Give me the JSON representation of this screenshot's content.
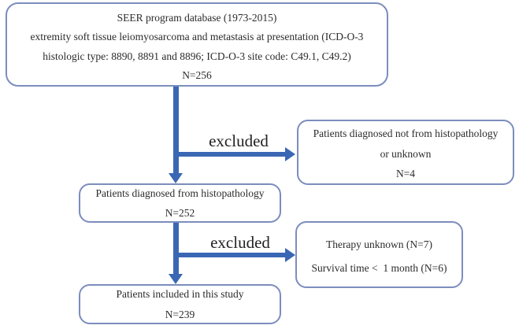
{
  "flowchart": {
    "seer_box": {
      "lines": [
        "SEER program database (1973-2015)",
        "extremity soft tissue leiomyosarcoma and metastasis at presentation (ICD-O-3",
        "histologic type: 8890, 8891 and 8896; ICD-O-3 site code: C49.1, C49.2)",
        "N=256"
      ]
    },
    "excluded_label_1": "excluded",
    "not_histopathology_box": {
      "lines": [
        "Patients diagnosed not from histopathology",
        "or unknown",
        "N=4"
      ]
    },
    "histopathology_box": {
      "lines": [
        "Patients diagnosed from histopathology",
        "N=252"
      ]
    },
    "excluded_label_2": "excluded",
    "excluded_therapy_box": {
      "lines": [
        "Therapy unknown (N=7)",
        "Survival time <  1 month (N=6)"
      ]
    },
    "included_box": {
      "lines": [
        "Patients included in this study",
        "N=239"
      ]
    },
    "colors": {
      "arrow_blue": "#3a67b4",
      "box_border": "#7c8dbe",
      "text": "#2b2b2b",
      "background": "#ffffff"
    }
  }
}
